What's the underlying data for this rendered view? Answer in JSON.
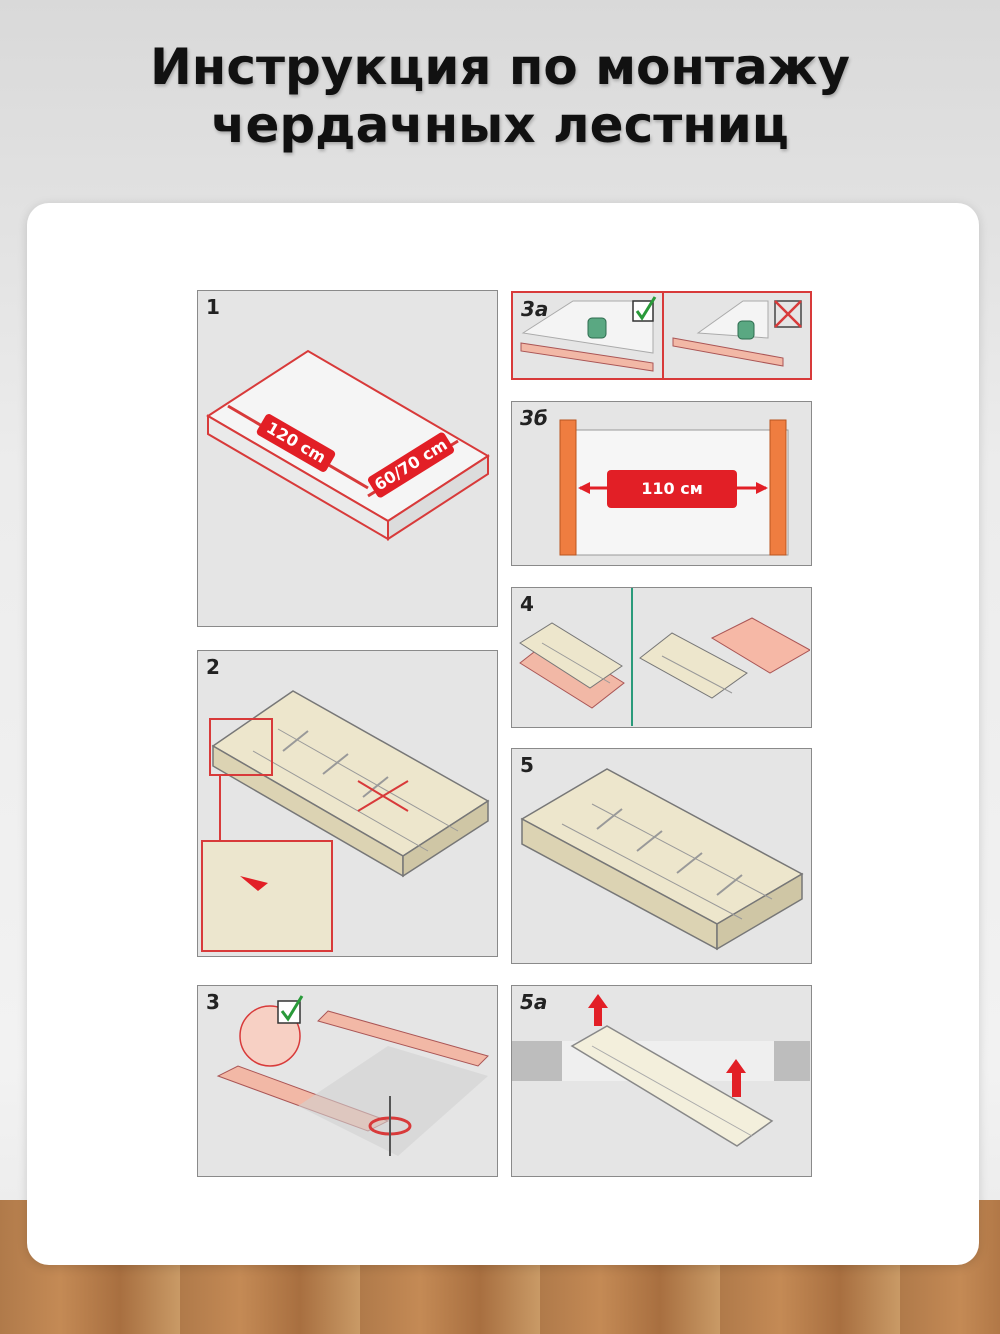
{
  "title": {
    "line1": "Инструкция по монтажу",
    "line2": "чердачных лестниц"
  },
  "steps": [
    {
      "label": "1",
      "dims": [
        "120 cm",
        "60/70 cm"
      ]
    },
    {
      "label": "2"
    },
    {
      "label": "3"
    },
    {
      "label": "3а"
    },
    {
      "label": "3б",
      "dims": [
        "110 см"
      ]
    },
    {
      "label": "4"
    },
    {
      "label": "5"
    },
    {
      "label": "5а"
    }
  ],
  "colors": {
    "accent_red": "#e21f26",
    "board_salmon": "#f2b8a6",
    "wood": "#e9e2c8",
    "panel_bg": "#e5e5e5"
  }
}
